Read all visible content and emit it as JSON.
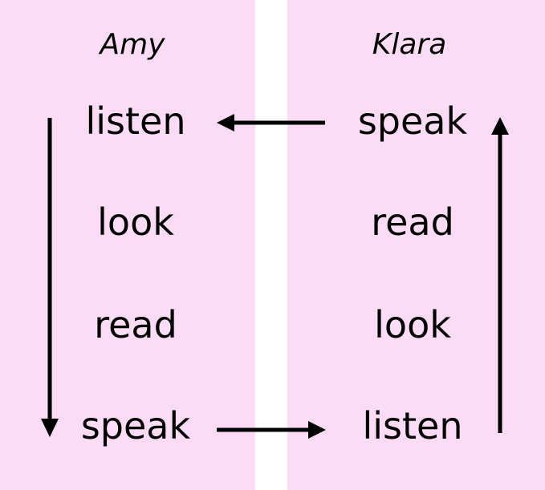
{
  "colors": {
    "panel_background": "#fcdcf5",
    "page_background": "#ffffff",
    "text": "#000000",
    "arrow": "#000000"
  },
  "left": {
    "title": "Amy",
    "words": [
      "listen",
      "look",
      "read",
      "speak"
    ]
  },
  "right": {
    "title": "Klara",
    "words": [
      "speak",
      "read",
      "look",
      "listen"
    ]
  },
  "arrows": [
    {
      "from": "right.words.0",
      "to": "left.words.0",
      "direction": "left"
    },
    {
      "from": "left.words.0",
      "to": "left.words.3",
      "direction": "down"
    },
    {
      "from": "left.words.3",
      "to": "right.words.3",
      "direction": "right"
    },
    {
      "from": "right.words.3",
      "to": "right.words.0",
      "direction": "up"
    }
  ]
}
